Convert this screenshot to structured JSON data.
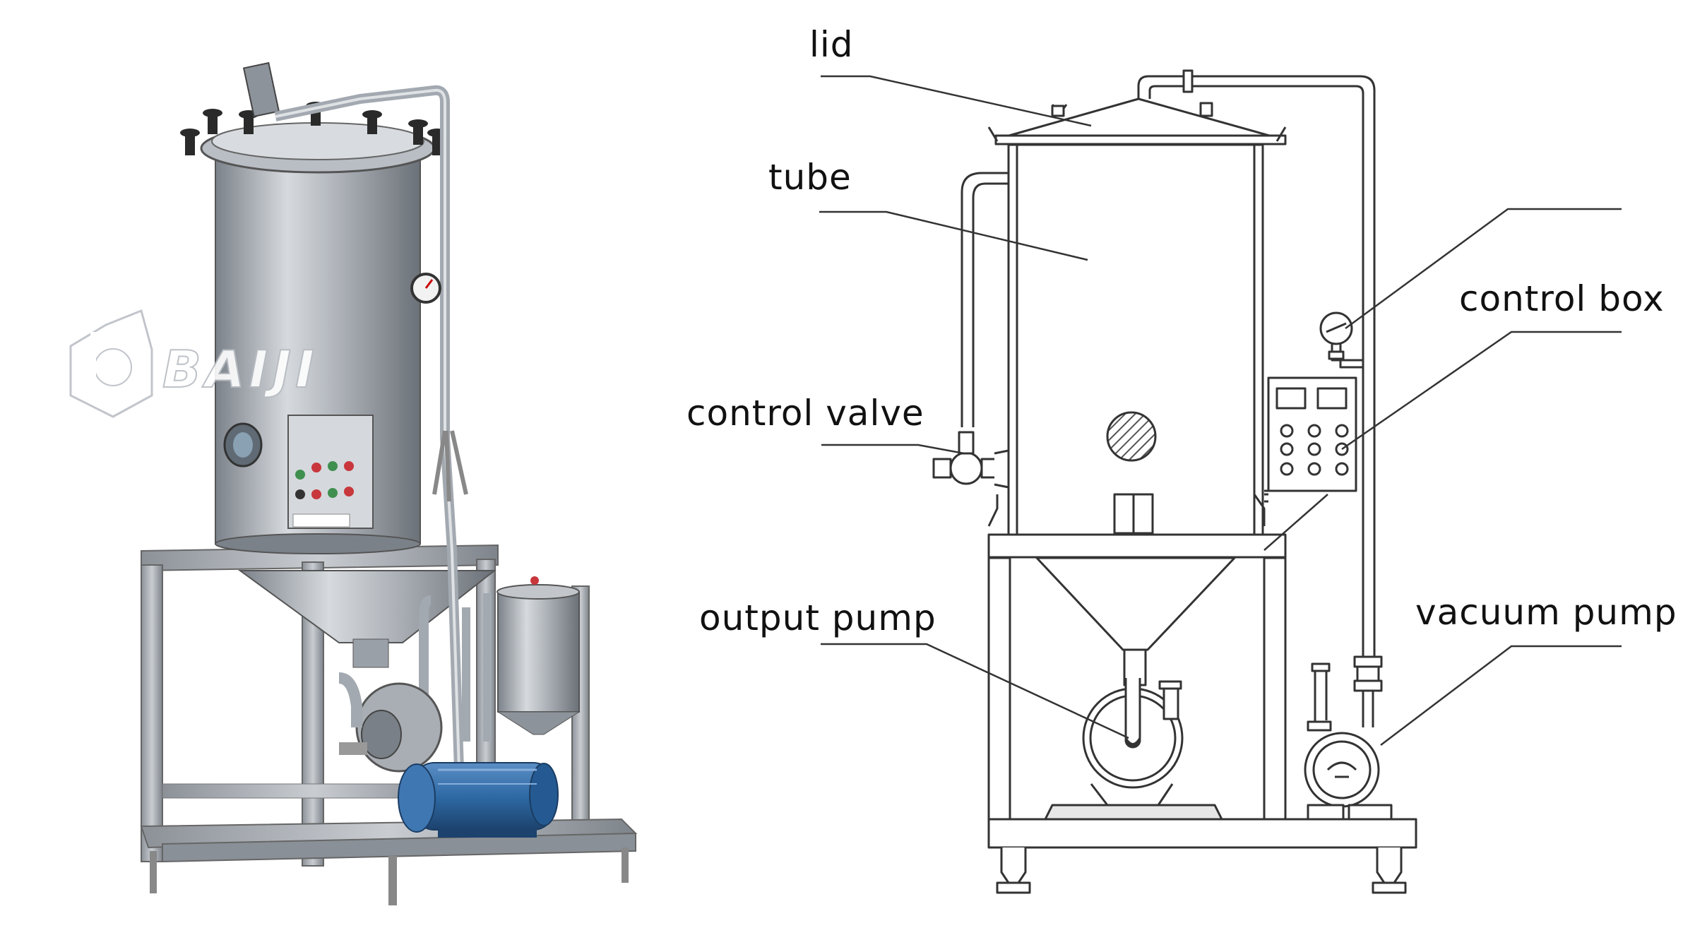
{
  "labels": {
    "lid": "lid",
    "tube": "tube",
    "control_box": "control box",
    "control_valve": "control valve",
    "output_pump": "output pump",
    "vacuum_pump": "vacuum pump"
  },
  "watermark": {
    "text": "BAIJI"
  },
  "colors": {
    "steel": "#9aa0a8",
    "steel_dark": "#6d737b",
    "motor_blue": "#2f6aa5",
    "line": "#333333",
    "button_red": "#c8373c",
    "button_green": "#3f8f4f"
  }
}
